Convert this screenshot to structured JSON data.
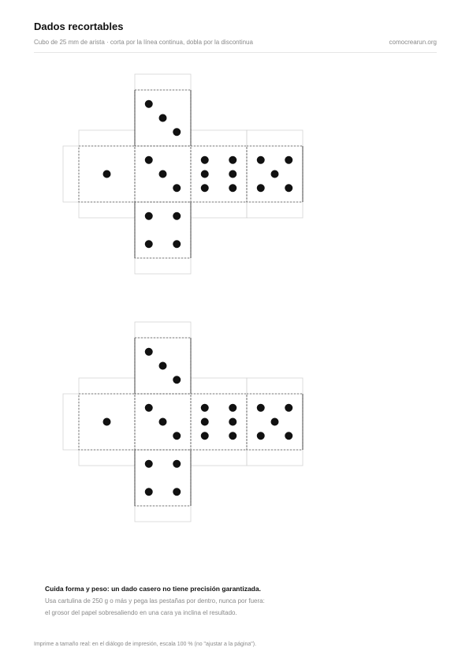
{
  "header": {
    "title": "Dados recortables",
    "subtitle": "Cubo de 25 mm de arista · corta por la línea continua, dobla por la discontinua",
    "site": "comocrearun.org"
  },
  "nets": [
    {
      "faces": [
        {
          "name": "top",
          "value": 3
        },
        {
          "name": "left",
          "value": 1
        },
        {
          "name": "front",
          "value": 3
        },
        {
          "name": "right",
          "value": 6
        },
        {
          "name": "back",
          "value": 5
        },
        {
          "name": "bottom",
          "value": 4
        }
      ]
    },
    {
      "faces": [
        {
          "name": "top",
          "value": 3
        },
        {
          "name": "left",
          "value": 1
        },
        {
          "name": "front",
          "value": 3
        },
        {
          "name": "right",
          "value": 6
        },
        {
          "name": "back",
          "value": 5
        },
        {
          "name": "bottom",
          "value": 4
        }
      ]
    }
  ],
  "warning": {
    "title": "Cuida forma y peso: un dado casero no tiene precisión garantizada.",
    "line1": "Usa cartulina de 250 g o más y pega las pestañas por dentro, nunca por fuera:",
    "line2": "el grosor del papel sobresaliendo en una cara ya inclina el resultado."
  },
  "print_note": "Imprime a tamaño real: en el diálogo de impresión, escala 100 % (no \"ajustar a la página\").",
  "colors": {
    "pip": "#111111",
    "fold_line": "#555555",
    "tab_line": "#d4d4d4",
    "cut_line": "#3a3a3a"
  }
}
